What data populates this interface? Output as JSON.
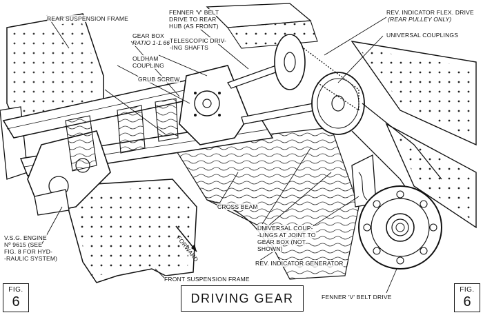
{
  "title": "DRIVING GEAR",
  "figure": {
    "word": "FIG.",
    "number": "6"
  },
  "labels": {
    "rear_suspension_frame": "REAR SUSPENSION FRAME",
    "fenner_belt_rear_1": "FENNER 'V' BELT",
    "fenner_belt_rear_2": "DRIVE TO REAR",
    "fenner_belt_rear_3": "HUB (AS FRONT)",
    "rev_flex_1": "REV. INDICATOR FLEX. DRIVE",
    "rev_flex_2": "(REAR PULLEY ONLY)",
    "universal_couplings": "UNIVERSAL COUPLINGS",
    "gear_box_1": "GEAR BOX",
    "gear_box_2": "RATIO 1-1.66",
    "telescopic_1": "TELESCOPIC DRIV-",
    "telescopic_2": "-ING SHAFTS",
    "oldham_1": "OLDHAM",
    "oldham_2": "COUPLING",
    "grub_screw": "GRUB SCREW",
    "cross_beam": "CROSS BEAM",
    "uc_joint_1": "UNIVERSAL COUP-",
    "uc_joint_2": "-LINGS AT JOINT TO",
    "uc_joint_3": "GEAR BOX (NOT",
    "uc_joint_4": "SHOWN)",
    "vsg_1": "V.S.G. ENGINE",
    "vsg_2": "Nº 9615 (SEE",
    "vsg_3": "FIG. 8 FOR HYD-",
    "vsg_4": "-RAULIC SYSTEM)",
    "forward": "FORWARD",
    "rev_generator": "REV. INDICATOR GENERATOR",
    "front_suspension_frame": "FRONT SUSPENSION FRAME",
    "fenner_belt_drive": "FENNER 'V' BELT DRIVE"
  }
}
